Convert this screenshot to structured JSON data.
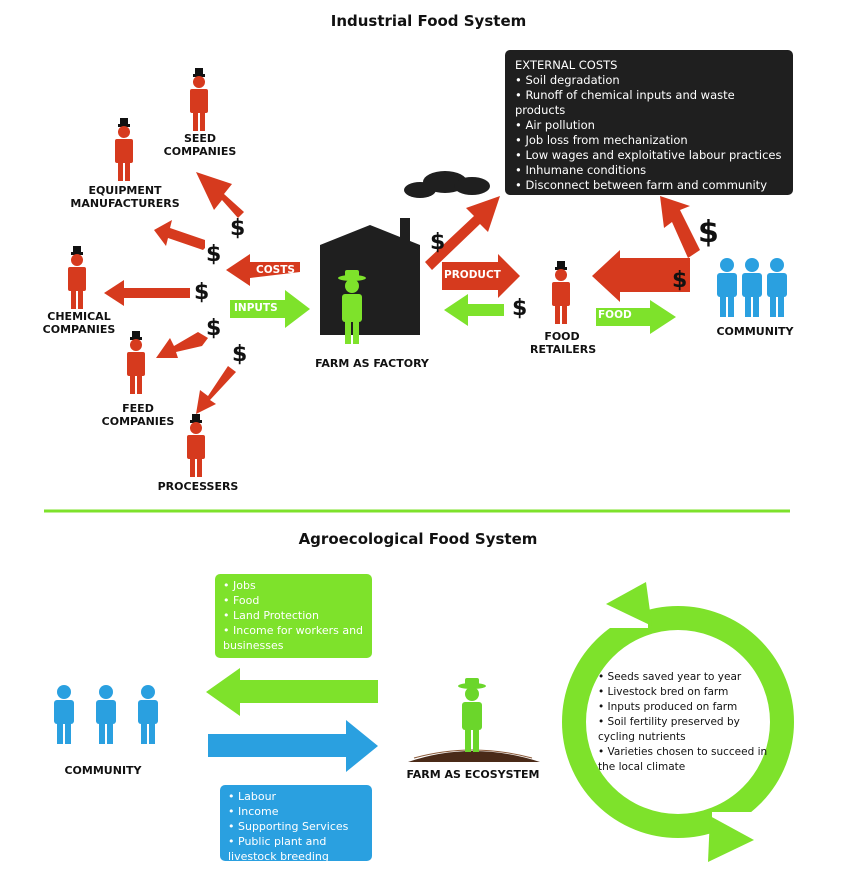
{
  "industrial": {
    "title": "Industrial Food System",
    "labels": {
      "seed": "SEED\nCOMPANIES",
      "equipment": "EQUIPMENT\nMANUFACTURERS",
      "chemical": "CHEMICAL\nCOMPANIES",
      "feed": "FEED\nCOMPANIES",
      "processers": "PROCESSERS",
      "farm": "FARM AS FACTORY",
      "retailers": "FOOD\nRETAILERS",
      "community": "COMMUNITY"
    },
    "arrow_labels": {
      "costs": "COSTS",
      "inputs": "INPUTS",
      "product": "PRODUCT",
      "food": "FOOD"
    },
    "currency_symbol": "$",
    "external_costs": {
      "heading": "EXTERNAL COSTS",
      "items": [
        "Soil degradation",
        "Runoff of chemical inputs and waste products",
        "Air pollution",
        "Job loss from mechanization",
        "Low wages and exploitative labour practices",
        "Inhumane conditions",
        "Disconnect between farm and community"
      ]
    }
  },
  "agroecological": {
    "title": "Agroecological Food System",
    "community_label": "COMMUNITY",
    "farm_label": "FARM AS ECOSYSTEM",
    "to_community": [
      "Jobs",
      "Food",
      "Land Protection",
      "Income for workers and businesses"
    ],
    "to_farm": [
      "Labour",
      "Income",
      "Supporting Services",
      "Public plant and livestock breeding"
    ],
    "cycle": [
      "Seeds saved year to year",
      "Livestock bred on farm",
      "Inputs produced on farm",
      "Soil fertility preserved by cycling nutrients",
      "Varieties chosen to succeed in the local climate"
    ]
  },
  "colors": {
    "red": "#d63a1e",
    "green": "#7ee22b",
    "blue": "#2aa0e0",
    "dark": "#1f1f1f",
    "farmer_green": "#6bd62b"
  }
}
